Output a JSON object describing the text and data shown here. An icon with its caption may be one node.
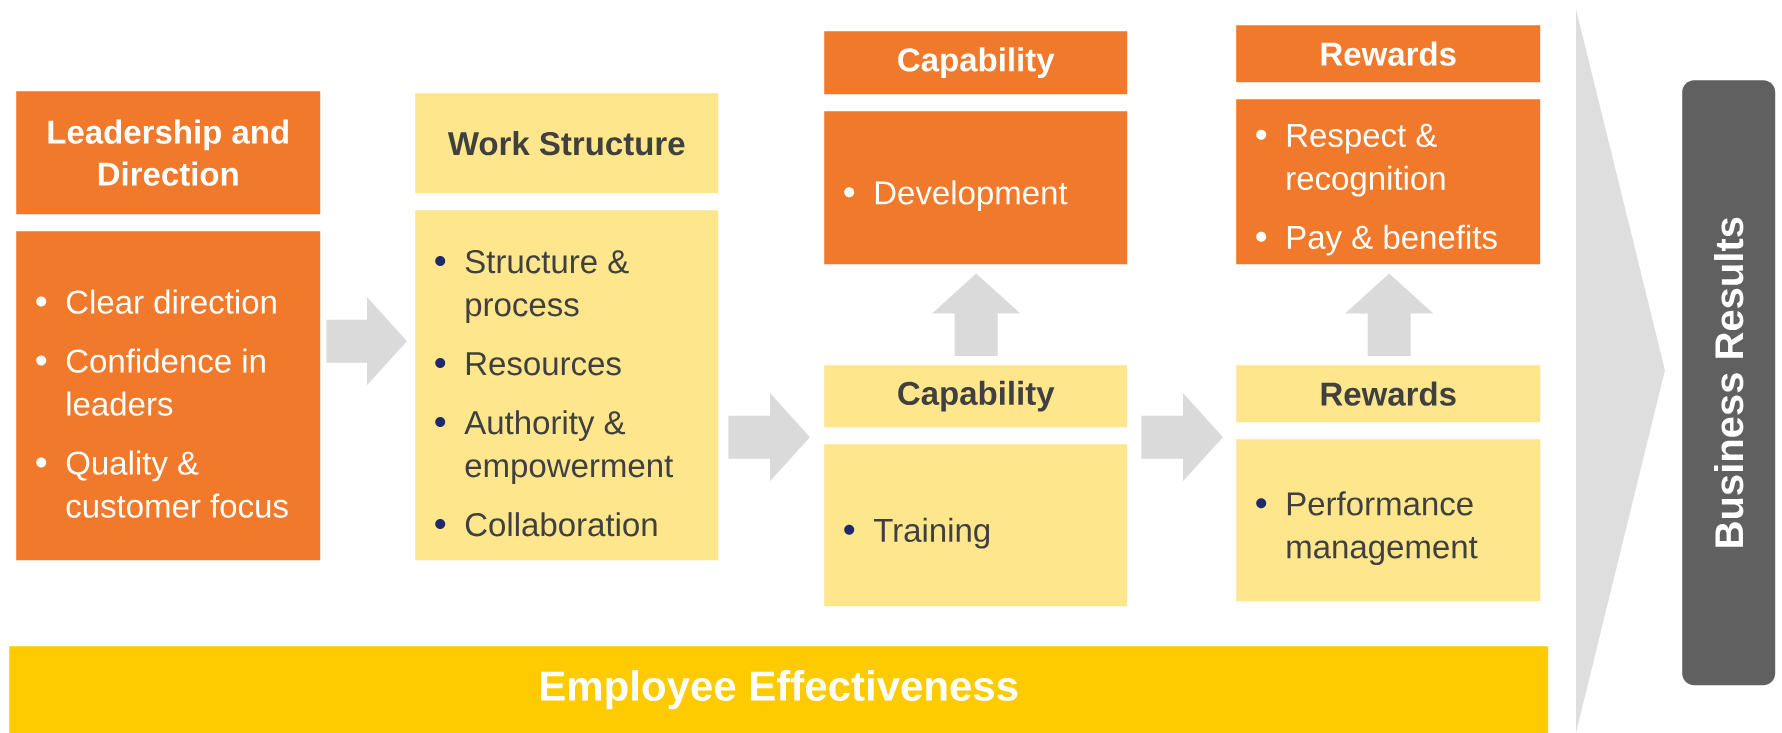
{
  "diagram": {
    "nodes": [
      {
        "text": [
          "Leadership and Direction"
        ]
      },
      {
        "text": [
          "Clear direction",
          "Confidence in leaders",
          "Quality & customer focus"
        ]
      },
      {
        "text": [
          "Work Structure"
        ]
      },
      {
        "text": [
          "Structure & process",
          "Resources",
          "Authority & empowerment",
          "Collaboration"
        ]
      },
      {
        "text": [
          "Capability"
        ]
      },
      {
        "text": [
          "Development"
        ]
      },
      {
        "text": [
          "Capability"
        ]
      },
      {
        "text": [
          "Training"
        ]
      },
      {
        "text": [
          "Rewards"
        ]
      },
      {
        "text": [
          "Respect & recognition",
          "Pay & benefits"
        ]
      },
      {
        "text": [
          "Rewards"
        ]
      },
      {
        "text": [
          "Performance management"
        ]
      },
      {
        "text": [
          "Employee Effectiveness"
        ]
      },
      {
        "text": [
          "Business Results"
        ]
      }
    ],
    "edges": [
      {
        "from": 1,
        "to": 3,
        "arrow": "to"
      },
      {
        "from": 3,
        "to": 7,
        "arrow": "to"
      },
      {
        "from": 7,
        "to": 11,
        "arrow": "to"
      },
      {
        "from": 6,
        "to": 5,
        "arrow": "to"
      },
      {
        "from": 10,
        "to": 9,
        "arrow": "to"
      },
      {
        "from": null,
        "to": 13,
        "arrow": "to"
      }
    ]
  }
}
